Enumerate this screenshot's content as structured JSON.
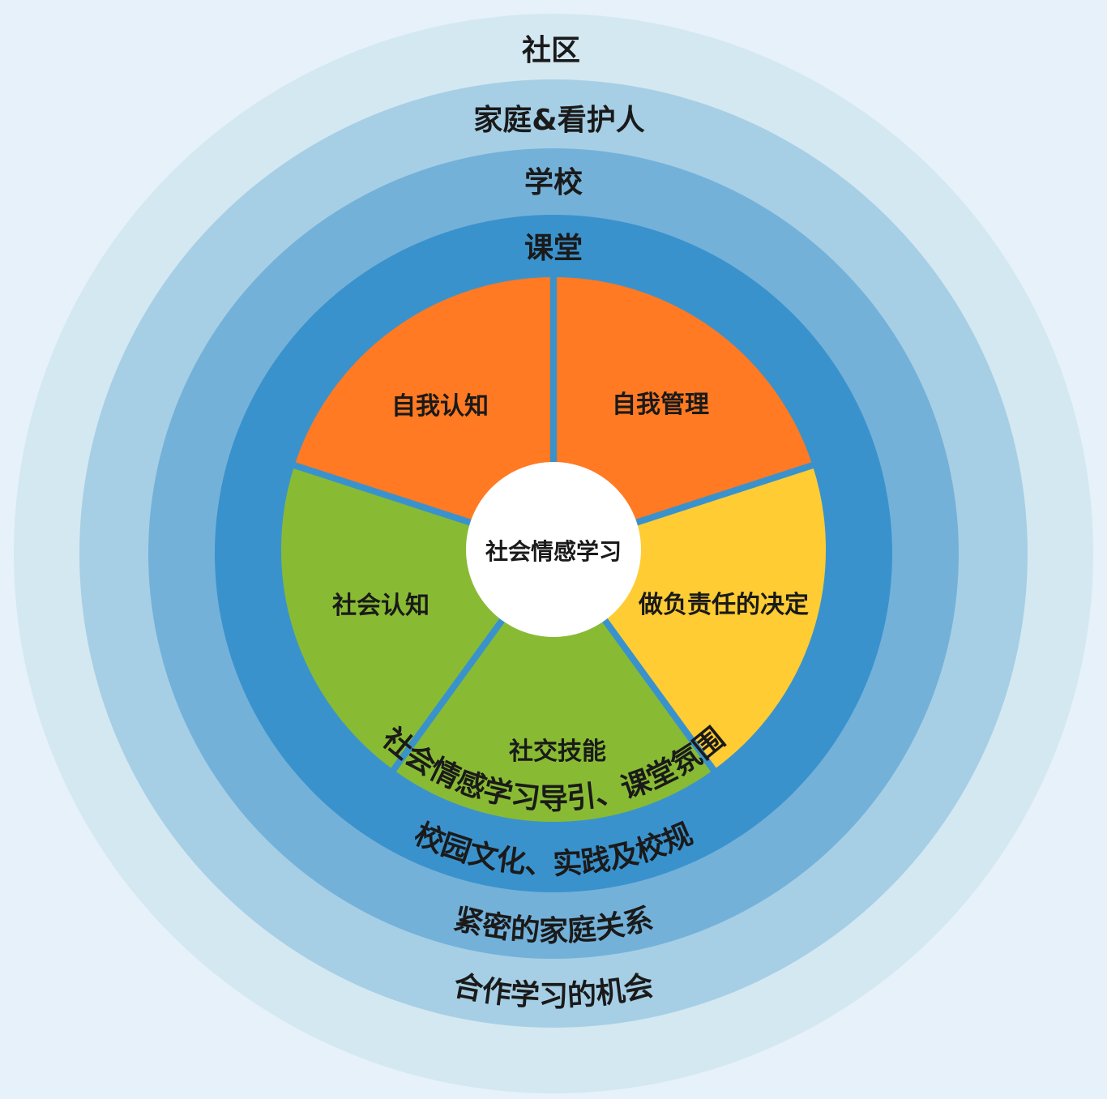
{
  "colors": {
    "background": "#e6f1fa",
    "ring_community": "#d4e8f2",
    "ring_family": "#a6cfe5",
    "ring_school": "#74b1d9",
    "ring_classroom": "#3a92cd",
    "wedge_orange": "#ff7a22",
    "wedge_yellow": "#ffcc33",
    "wedge_green": "#88bb33",
    "center": "#ffffff",
    "separator": "#3a92cd"
  },
  "rings": {
    "community": "社区",
    "family": "家庭&看护人",
    "school": "学校",
    "classroom": "课堂"
  },
  "arc_labels": {
    "classroom": "社会情感学习导引、课堂氛围",
    "school": "校园文化、实践及校规",
    "family": "紧密的家庭关系",
    "community": "合作学习的机会"
  },
  "wedges": [
    {
      "label": "自我管理",
      "color": "orange"
    },
    {
      "label": "做负责任的决定",
      "color": "yellow"
    },
    {
      "label": "社交技能",
      "color": "green"
    },
    {
      "label": "社会认知",
      "color": "green"
    },
    {
      "label": "自我认知",
      "color": "orange"
    }
  ],
  "center": {
    "label": "社会情感学习"
  }
}
